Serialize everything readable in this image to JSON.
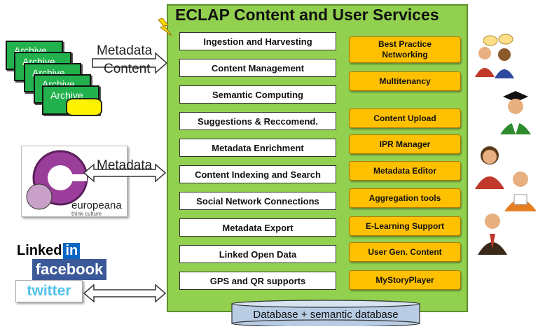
{
  "title": "ECLAP Content and User Services",
  "archives": [
    "Archive",
    "Archive",
    "Archive",
    "Archive",
    "Archive"
  ],
  "arrows": {
    "metadata_top": "Metadata",
    "content": "Content",
    "metadata_euro": "Metadata"
  },
  "services": [
    "Ingestion and Harvesting",
    "Content Management",
    "Semantic Computing",
    "Suggestions & Reccomend.",
    "Metadata Enrichment",
    "Content Indexing and Search",
    "Social Network Connections",
    "Metadata Export",
    "Linked Open Data",
    "GPS and QR supports"
  ],
  "user_services": [
    "Best Practice Networking",
    "Multitenancy",
    "Content Upload",
    "IPR Manager",
    "Metadata Editor",
    "Aggregation tools",
    "E-Learning Support",
    "User Gen. Content",
    "MyStoryPlayer"
  ],
  "database": "Database + semantic database",
  "europeana": {
    "name": "europeana",
    "tagline": "think culture"
  },
  "social": {
    "linkedin": "Linked",
    "linkedin_in": "in",
    "facebook": "facebook",
    "twitter": "twitter"
  },
  "colors": {
    "panel": "#92d050",
    "user_box": "#ffc000",
    "archive": "#22b14c",
    "db": "#b8cce4"
  }
}
